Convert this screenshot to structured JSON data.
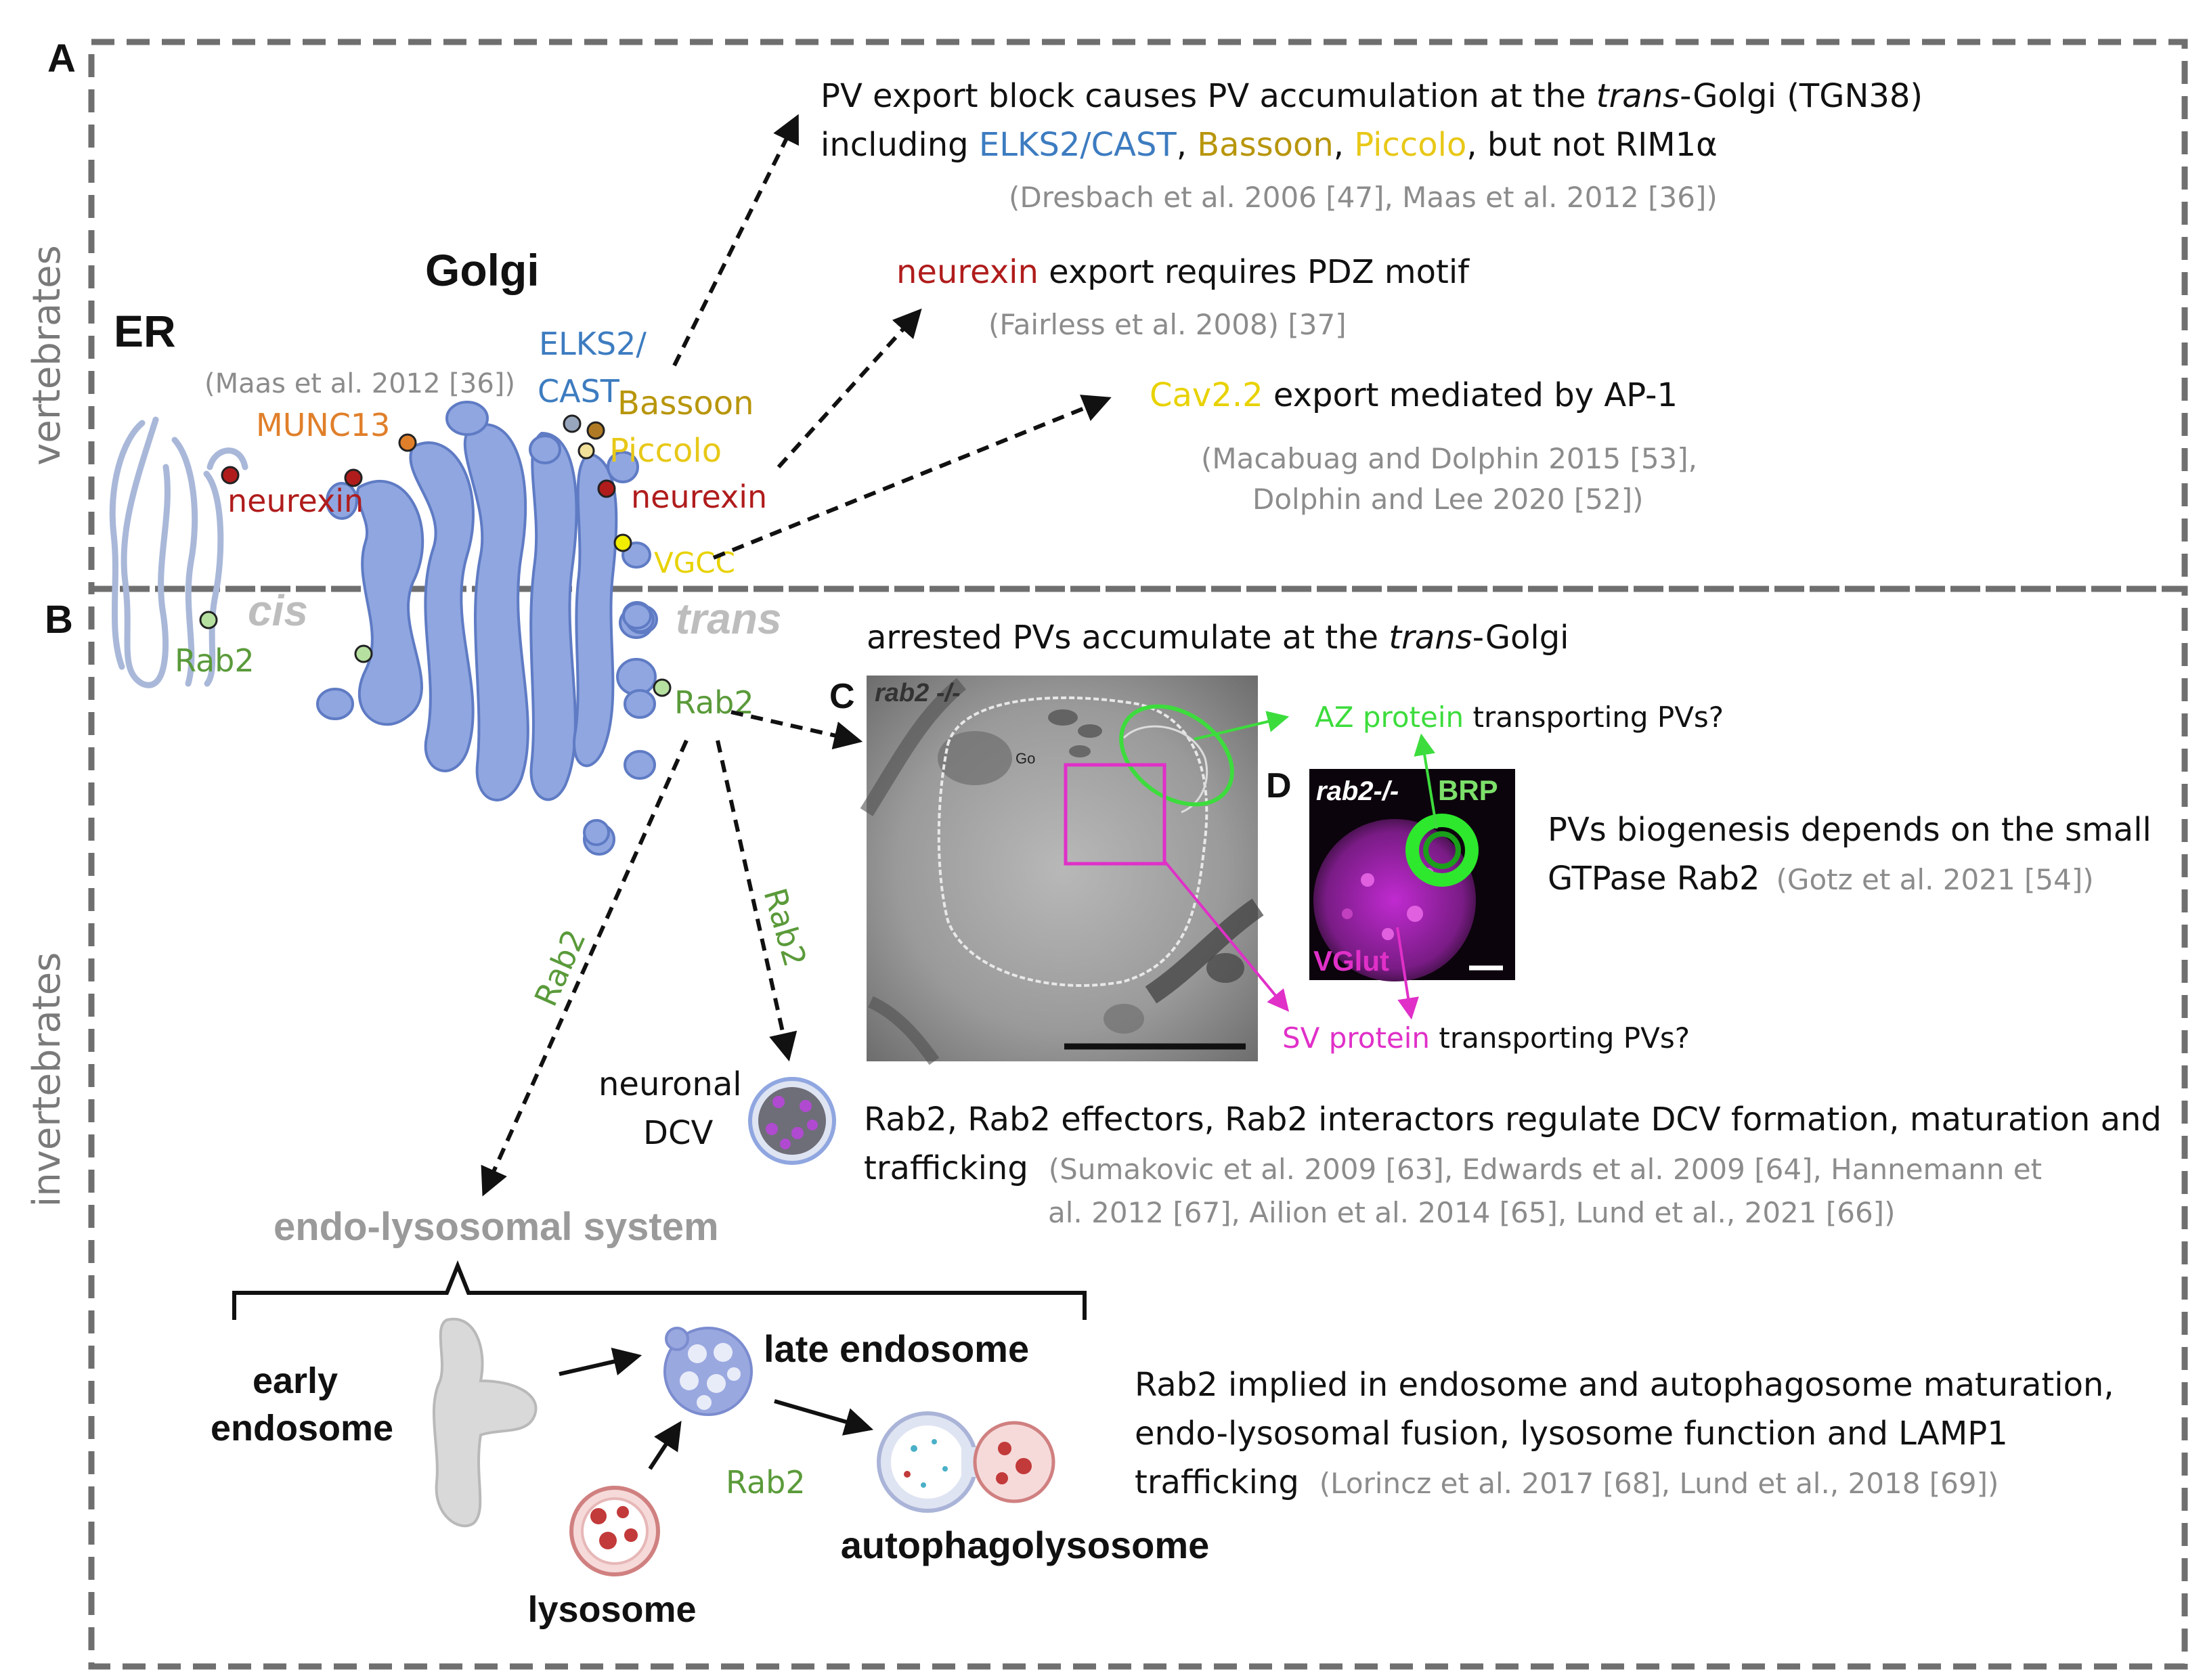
{
  "panels": {
    "a": "A",
    "b": "B",
    "c": "C",
    "d": "D"
  },
  "side_labels": {
    "vertebrates": "vertebrates",
    "invertebrates": "invertebrates"
  },
  "organelles": {
    "er": "ER",
    "golgi": "Golgi",
    "cis": "cis",
    "trans": "trans",
    "neuronal": "neuronal",
    "dcv": "DCV",
    "endo_lysosomal": "endo-lysosomal system",
    "early_1": "early",
    "early_2": "endosome",
    "late_endosome": "late endosome",
    "lysosome": "lysosome",
    "autophagolysosome": "autophagolysosome"
  },
  "proteins": {
    "maas_ref": "(Maas et al. 2012 [36])",
    "munc13": "MUNC13",
    "neurexin_left": "neurexin",
    "neurexin_right": "neurexin",
    "elks2": "ELKS2/",
    "cast": "CAST",
    "bassoon": "Bassoon",
    "piccolo": "Piccolo",
    "vgcc": "VGCC",
    "rab2_er": "Rab2",
    "rab2_trans": "Rab2",
    "rab2_arrow1": "Rab2",
    "rab2_arrow2": "Rab2",
    "rab2_endo": "Rab2"
  },
  "colors": {
    "golgi_fill": "#8fa6e0",
    "golgi_stroke": "#5f7bc4",
    "neurexin": "#b01c1c",
    "munc13": "#e07f2a",
    "elks": "#3d7cc0",
    "bassoon": "#b8960c",
    "piccolo": "#e8c818",
    "vgcc": "#e8e000",
    "rab2": "#5a9a3a",
    "gray_ref": "#8c8c8c",
    "green_bright": "#3ddc3d",
    "magenta": "#e030c8"
  },
  "text_a": {
    "pv1_a": "PV export block causes PV accumulation at the ",
    "pv1_trans": "trans",
    "pv1_b": "-Golgi (TGN38)",
    "pv2_a": "including ",
    "pv2_elks": "ELKS2/CAST",
    "pv2_sep1": ", ",
    "pv2_bassoon": "Bassoon",
    "pv2_sep2": ", ",
    "pv2_piccolo": "Piccolo",
    "pv2_b": ", but not RIM1α",
    "pv_ref": "(Dresbach et al. 2006 [47], Maas et al. 2012 [36])",
    "nrx_a": "neurexin",
    "nrx_b": " export requires PDZ motif",
    "nrx_ref": "(Fairless et al. 2008) [37]",
    "cav_a": "Cav2.2",
    "cav_b": " export mediated by AP-1",
    "cav_ref1": "(Macabuag and Dolphin 2015 [53],",
    "cav_ref2": "Dolphin and Lee 2020 [52])"
  },
  "text_b": {
    "arrested_a": "arrested PVs accumulate at the ",
    "arrested_trans": "trans",
    "arrested_b": "-Golgi",
    "em_label": "rab2 -/-",
    "em_go": "Go",
    "az_a": "AZ protein",
    "az_b": " transporting PVs?",
    "sv_a": "SV protein",
    "sv_b": " transporting PVs?",
    "if_label": "rab2-/-",
    "brp": "BRP",
    "vglut": "VGlut",
    "pvs1": "PVs biogenesis depends on the small",
    "pvs2": "GTPase Rab2",
    "pvs_ref": "(Gotz et al. 2021 [54])",
    "dcv1": "Rab2, Rab2 effectors, Rab2 interactors regulate DCV formation, maturation and",
    "dcv2": "trafficking",
    "dcv_ref1": "(Sumakovic et al. 2009 [63], Edwards et al. 2009 [64], Hannemann et",
    "dcv_ref2": "al. 2012 [67], Ailion et al. 2014 [65], Lund et al., 2021 [66])",
    "endo1": "Rab2 implied in endosome and autophagosome maturation,",
    "endo2": "endo-lysosomal fusion, lysosome function and LAMP1",
    "endo3": "trafficking",
    "endo_ref": "(Lorincz et al. 2017 [68], Lund et al., 2018 [69])"
  }
}
